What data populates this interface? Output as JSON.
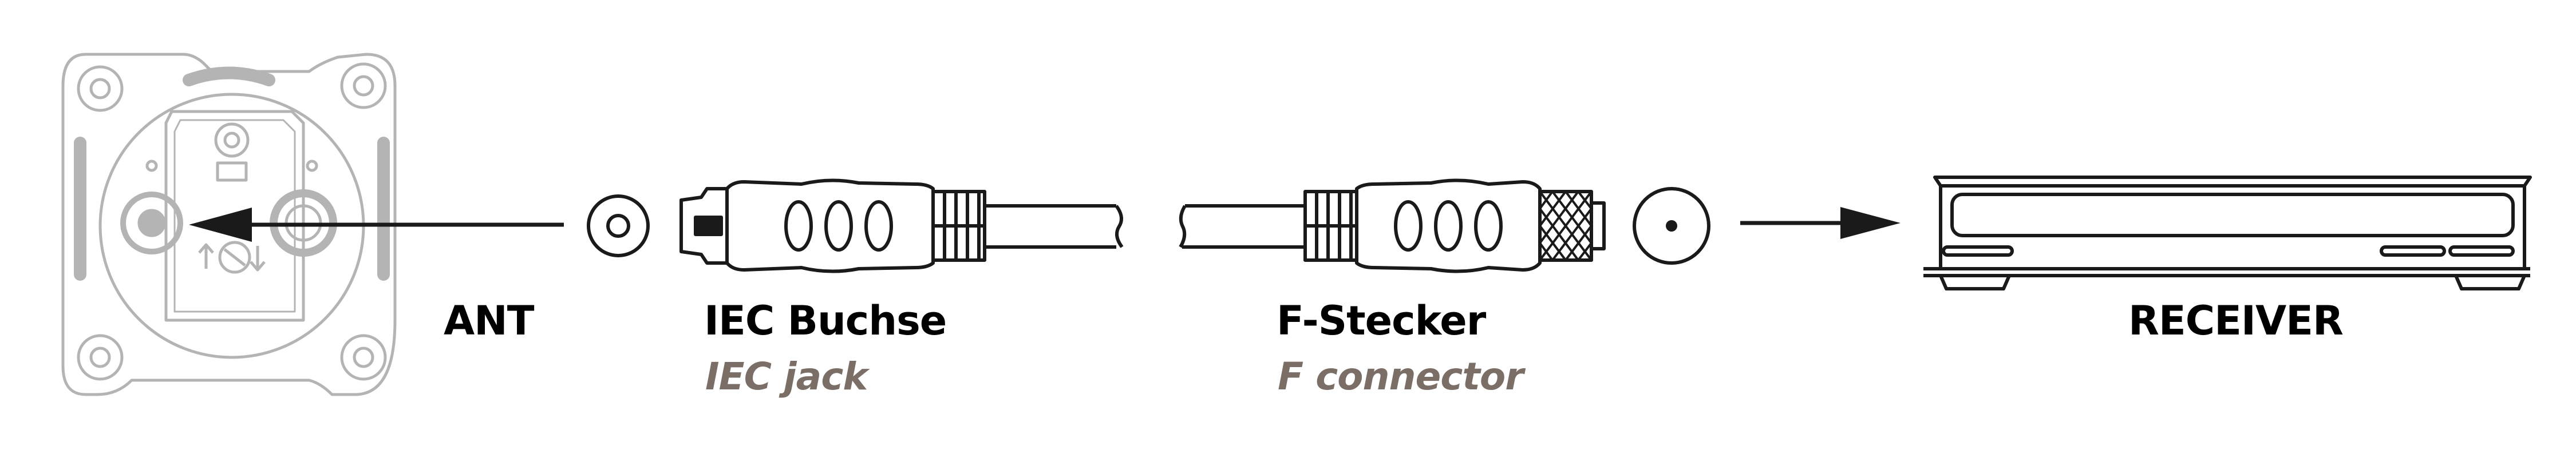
{
  "labels": {
    "ant": "ANT",
    "iec_title": "IEC Buchse",
    "iec_subtitle": "IEC jack",
    "f_title": "F-Stecker",
    "f_subtitle": "F connector",
    "receiver": "RECEIVER"
  },
  "colors": {
    "stroke": "#1a1a1a",
    "faded_stroke": "#b4b4b4",
    "subtitle": "#7a6e66",
    "text": "#000000",
    "background": "#ffffff"
  },
  "icons": [
    "antenna-wall-socket-icon",
    "iec-plug-icon",
    "iec-jack-connector-icon",
    "coax-cable-icon",
    "f-connector-icon",
    "f-connector-pin-icon",
    "receiver-box-icon",
    "arrow-right-icon",
    "arrow-left-icon"
  ]
}
